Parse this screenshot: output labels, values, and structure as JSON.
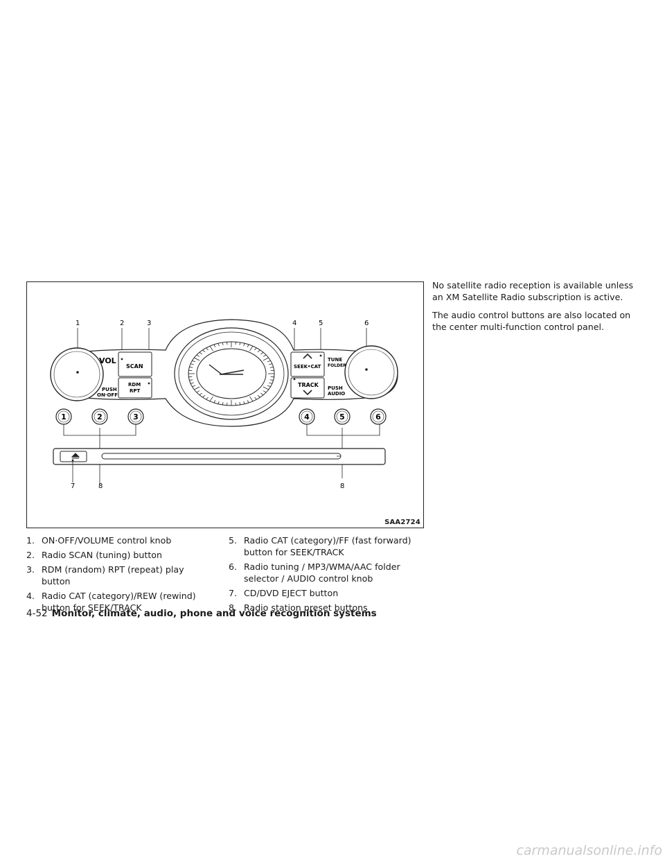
{
  "figure": {
    "id": "SAA2724",
    "callouts": [
      "1",
      "2",
      "3",
      "4",
      "5",
      "6",
      "7",
      "8",
      "8"
    ],
    "panel_labels": {
      "vol": "VOL",
      "scan": "SCAN",
      "rdm": "RDM",
      "rpt": "RPT",
      "push_left": "PUSH",
      "on_off": "ON·OFF",
      "seek_cat": "SEEK•CAT",
      "track": "TRACK",
      "tune": "TUNE",
      "folder": "FOLDER",
      "push_right": "PUSH",
      "audio": "AUDIO"
    },
    "preset_buttons": [
      "1",
      "2",
      "3",
      "4",
      "5",
      "6"
    ]
  },
  "legend_left": [
    {
      "num": "1.",
      "text": "ON·OFF/VOLUME control knob"
    },
    {
      "num": "2.",
      "text": "Radio SCAN (tuning) button"
    },
    {
      "num": "3.",
      "text": "RDM (random) RPT (repeat) play button"
    },
    {
      "num": "4.",
      "text": "Radio CAT (category)/REW (rewind) button for SEEK/TRACK"
    }
  ],
  "legend_right": [
    {
      "num": "5.",
      "text": "Radio CAT (category)/FF (fast forward) button for SEEK/TRACK"
    },
    {
      "num": "6.",
      "text": "Radio tuning / MP3/WMA/AAC folder selector / AUDIO control knob"
    },
    {
      "num": "7.",
      "text": "CD/DVD EJECT button"
    },
    {
      "num": "8.",
      "text": "Radio station preset buttons"
    }
  ],
  "paragraphs": [
    "No satellite radio reception is available unless an XM Satellite Radio subscription is active.",
    "The audio control buttons are also located on the center multi-function control panel."
  ],
  "footer": {
    "page_number": "4-52",
    "section_title": "Monitor, climate, audio, phone and voice recognition systems"
  },
  "watermark": "carmanualsonline.info"
}
